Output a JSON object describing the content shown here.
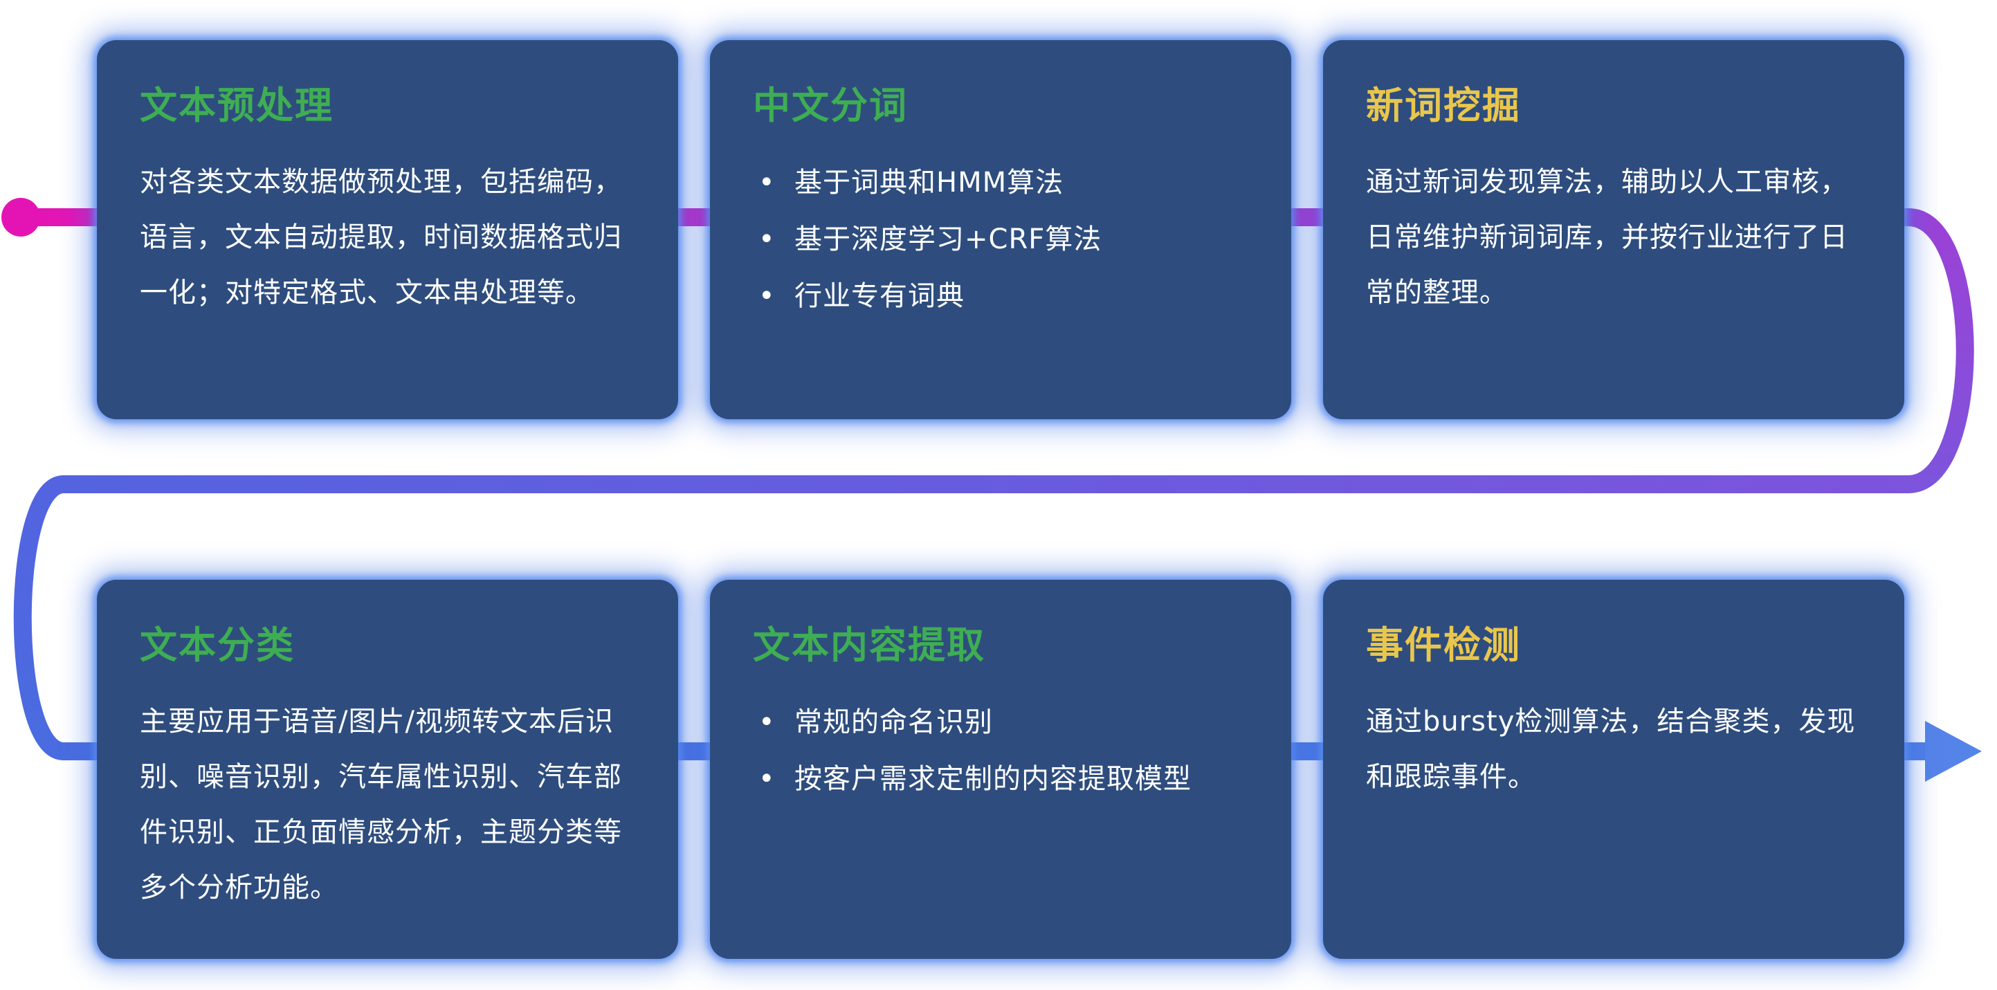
{
  "flow": {
    "dot_color": "#e414b4",
    "arrow_color": "#5584e8",
    "gradient": {
      "row1_start": "#e414b4",
      "row1_end": "#9c41d6",
      "curve_right_start": "#9c41d6",
      "curve_right_end": "#7d54dc",
      "middle_start": "#7d54dc",
      "middle_end": "#5463e0",
      "curve_left_start": "#5463e0",
      "curve_left_end": "#4a6ce0",
      "row2_start": "#4a6ce0",
      "row2_end": "#4f7fe6"
    }
  },
  "theme": {
    "page_background": "#ffffff",
    "card_background": "#2e4d7e",
    "card_glow": "#4f7dd9",
    "title_green": "#3fae53",
    "title_yellow": "#e9c64d",
    "body_text": "#ffffff"
  },
  "cards": [
    {
      "title": "文本预处理",
      "accent": "green",
      "body": "对各类文本数据做预处理，包括编码，语言，文本自动提取，时间数据格式归一化；对特定格式、文本串处理等。"
    },
    {
      "title": "中文分词",
      "accent": "green",
      "bullets": [
        "基于词典和HMM算法",
        "基于深度学习+CRF算法",
        "行业专有词典"
      ]
    },
    {
      "title": "新词挖掘",
      "accent": "yellow",
      "body": "通过新词发现算法，辅助以人工审核，日常维护新词词库，并按行业进行了日常的整理。"
    },
    {
      "title": "文本分类",
      "accent": "green",
      "body": "主要应用于语音/图片/视频转文本后识别、噪音识别，汽车属性识别、汽车部件识别、正负面情感分析，主题分类等多个分析功能。"
    },
    {
      "title": "文本内容提取",
      "accent": "green",
      "bullets": [
        "常规的命名识别",
        "按客户需求定制的内容提取模型"
      ]
    },
    {
      "title": "事件检测",
      "accent": "yellow",
      "body": "通过bursty检测算法，结合聚类，发现和跟踪事件。"
    }
  ]
}
